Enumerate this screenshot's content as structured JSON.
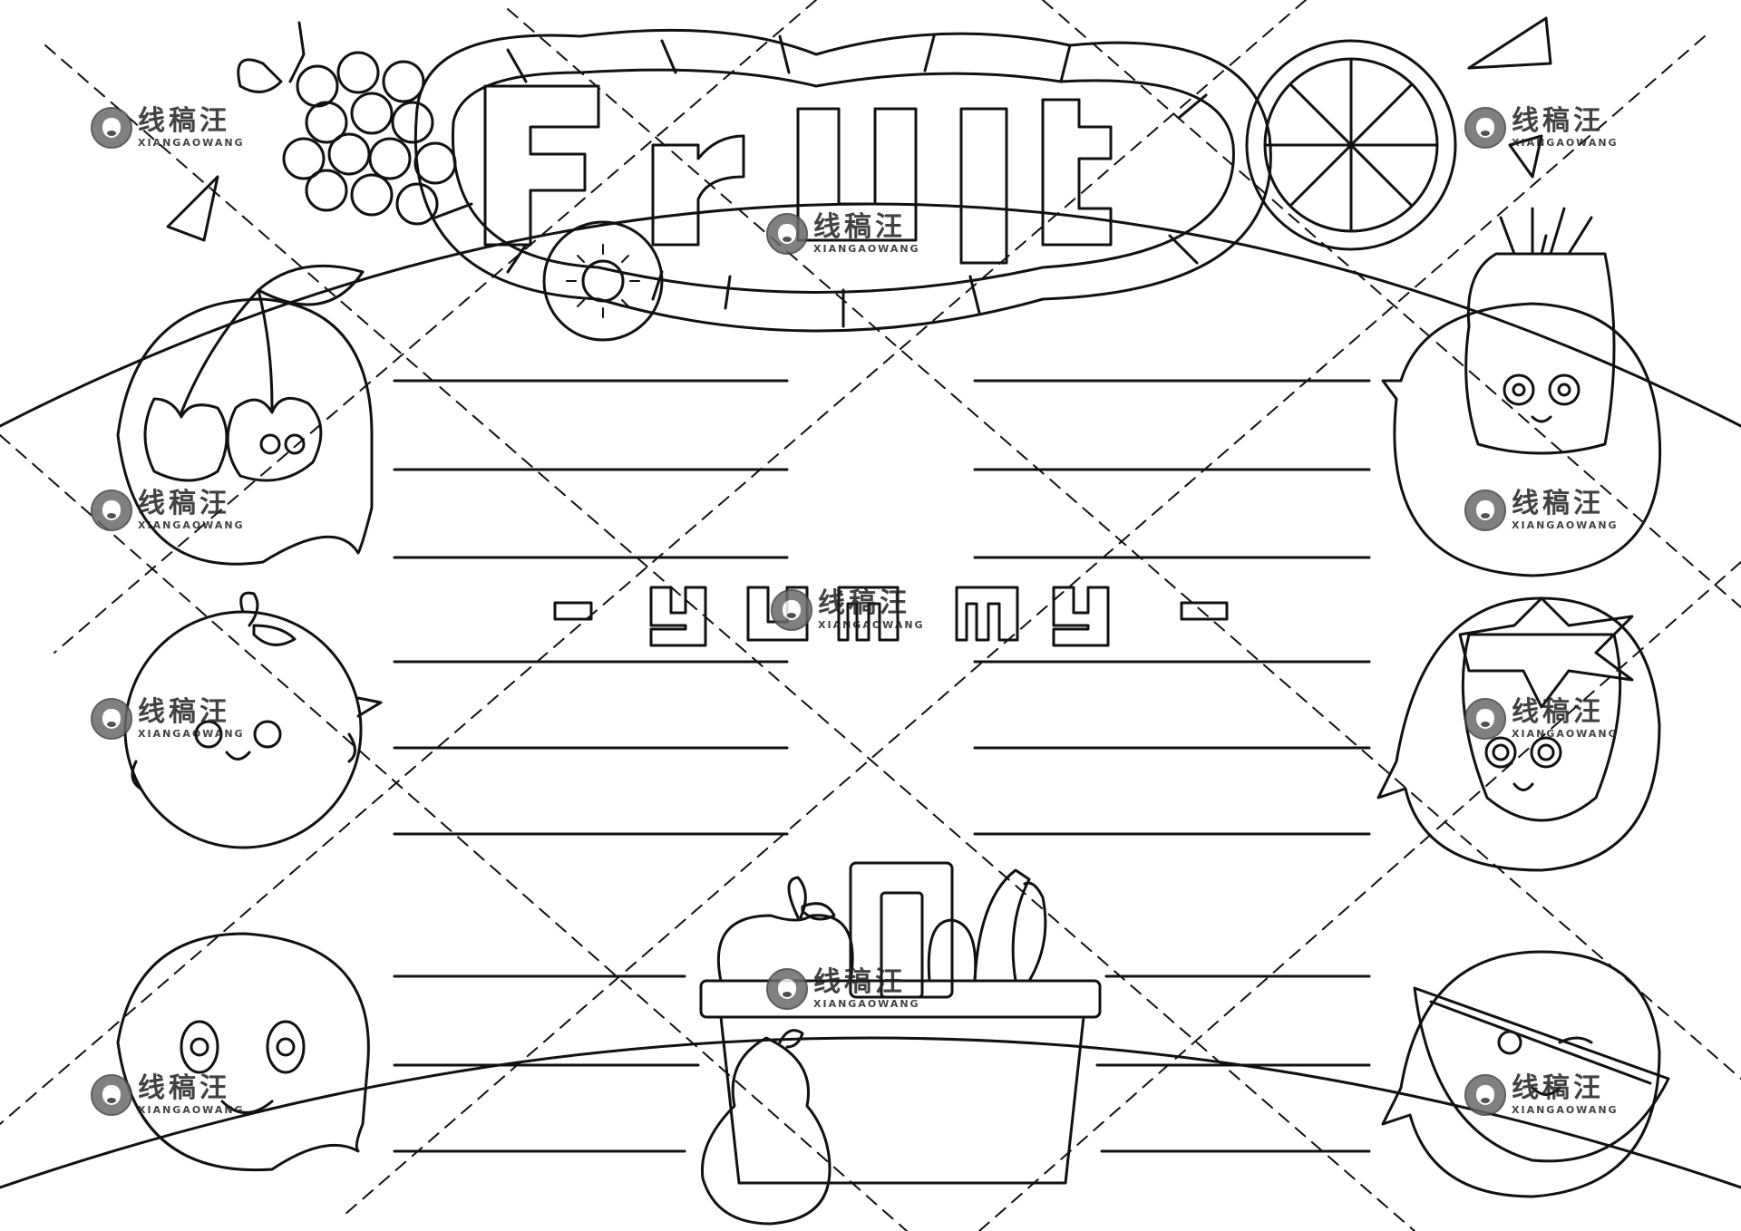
{
  "title": {
    "letters": [
      "F",
      "r",
      "u",
      "i",
      "t"
    ]
  },
  "subtitle": {
    "letters": [
      "-",
      "y",
      "u",
      "m",
      "m",
      "y",
      "-"
    ]
  },
  "watermark": {
    "cn": "线稿汪",
    "en": "XIANGAOWANG"
  },
  "palette": {
    "ink": "#111111",
    "paper": "#ffffff",
    "watermark": "#6b6b6b"
  },
  "illustrations": [
    "grapes-icon",
    "orange-slice-icon",
    "kiwi-icon",
    "cherry-icon",
    "pineapple-icon",
    "orange-icon",
    "strawberry-icon",
    "lemon-icon",
    "watermelon-icon",
    "fruit-basket-icon",
    "pear-icon",
    "banana-icon",
    "apple-icon"
  ]
}
